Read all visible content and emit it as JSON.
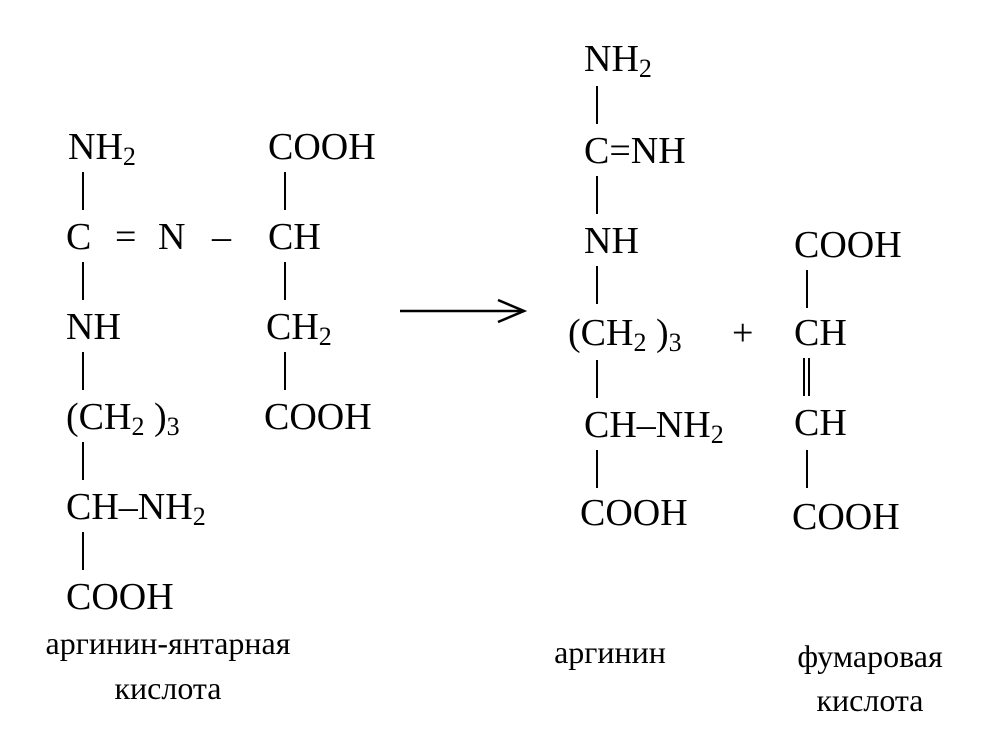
{
  "reactant": {
    "nh2": "NH",
    "nh2_sub": "2",
    "c": "C",
    "eq": "=",
    "n": "N",
    "dash": "–",
    "ch_center": "CH",
    "cooh_top": "COOH",
    "ch2_right": "CH",
    "ch2_right_sub": "2",
    "cooh_right": "COOH",
    "nh": "NH",
    "ch2_3": "(CH",
    "ch2_3_sub": "2",
    "ch2_3_close": " )",
    "ch2_3_sub3": "3",
    "ch_nh2": "CH–NH",
    "ch_nh2_sub": "2",
    "cooh_bottom": "COOH",
    "name_line1": "аргинин-янтарная",
    "name_line2": "кислота"
  },
  "plus": "+",
  "arginine": {
    "nh2": "NH",
    "nh2_sub": "2",
    "c_nh": "C=NH",
    "nh": "NH",
    "ch2_3": "(CH",
    "ch2_3_sub": "2",
    "ch2_3_close": " )",
    "ch2_3_sub3": "3",
    "ch_nh2": "CH–NH",
    "ch_nh2_sub": "2",
    "cooh": "COOH",
    "name": "аргинин"
  },
  "fumaric": {
    "cooh_top": "COOH",
    "ch_top": "CH",
    "ch_bottom": "CH",
    "cooh_bottom": "COOH",
    "name_line1": "фумаровая",
    "name_line2": "кислота"
  }
}
